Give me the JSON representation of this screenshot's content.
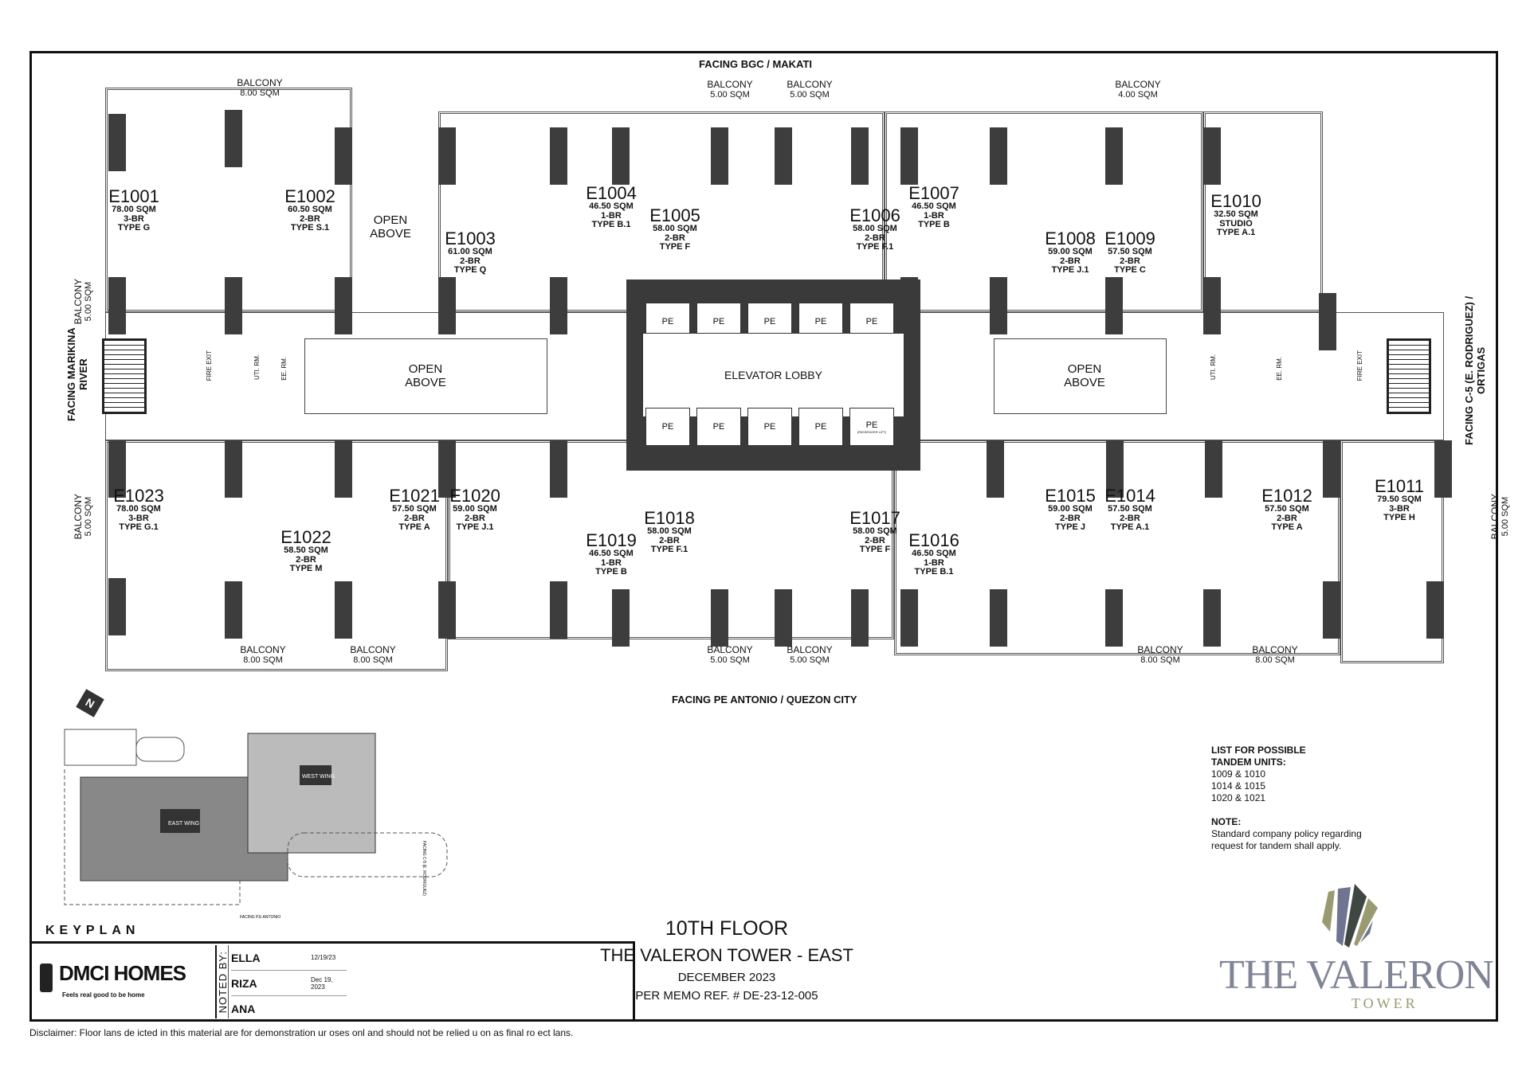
{
  "facing": {
    "top": "FACING BGC / MAKATI",
    "bottom": "FACING PE ANTONIO / QUEZON CITY",
    "left": "FACING MARIKINA RIVER",
    "right": "FACING C-5 (E. RODRIGUEZ) / ORTIGAS"
  },
  "units": [
    {
      "id": "E1001",
      "area": "78.00 SQM",
      "br": "3-BR",
      "type": "TYPE G"
    },
    {
      "id": "E1002",
      "area": "60.50 SQM",
      "br": "2-BR",
      "type": "TYPE S.1"
    },
    {
      "id": "E1003",
      "area": "61.00 SQM",
      "br": "2-BR",
      "type": "TYPE Q"
    },
    {
      "id": "E1004",
      "area": "46.50 SQM",
      "br": "1-BR",
      "type": "TYPE B.1"
    },
    {
      "id": "E1005",
      "area": "58.00 SQM",
      "br": "2-BR",
      "type": "TYPE F"
    },
    {
      "id": "E1006",
      "area": "58.00 SQM",
      "br": "2-BR",
      "type": "TYPE F.1"
    },
    {
      "id": "E1007",
      "area": "46.50 SQM",
      "br": "1-BR",
      "type": "TYPE B"
    },
    {
      "id": "E1008",
      "area": "59.00 SQM",
      "br": "2-BR",
      "type": "TYPE J.1"
    },
    {
      "id": "E1009",
      "area": "57.50 SQM",
      "br": "2-BR",
      "type": "TYPE C"
    },
    {
      "id": "E1010",
      "area": "32.50 SQM",
      "br": "STUDIO",
      "type": "TYPE A.1"
    },
    {
      "id": "E1011",
      "area": "79.50 SQM",
      "br": "3-BR",
      "type": "TYPE H"
    },
    {
      "id": "E1012",
      "area": "57.50 SQM",
      "br": "2-BR",
      "type": "TYPE A"
    },
    {
      "id": "E1014",
      "area": "57.50 SQM",
      "br": "2-BR",
      "type": "TYPE A.1"
    },
    {
      "id": "E1015",
      "area": "59.00 SQM",
      "br": "2-BR",
      "type": "TYPE J"
    },
    {
      "id": "E1016",
      "area": "46.50 SQM",
      "br": "1-BR",
      "type": "TYPE B.1"
    },
    {
      "id": "E1017",
      "area": "58.00 SQM",
      "br": "2-BR",
      "type": "TYPE F"
    },
    {
      "id": "E1018",
      "area": "58.00 SQM",
      "br": "2-BR",
      "type": "TYPE F.1"
    },
    {
      "id": "E1019",
      "area": "46.50 SQM",
      "br": "1-BR",
      "type": "TYPE B"
    },
    {
      "id": "E1020",
      "area": "59.00 SQM",
      "br": "2-BR",
      "type": "TYPE J.1"
    },
    {
      "id": "E1021",
      "area": "57.50 SQM",
      "br": "2-BR",
      "type": "TYPE A"
    },
    {
      "id": "E1022",
      "area": "58.50 SQM",
      "br": "2-BR",
      "type": "TYPE M"
    },
    {
      "id": "E1023",
      "area": "78.00 SQM",
      "br": "3-BR",
      "type": "TYPE G.1"
    }
  ],
  "balconies": [
    {
      "label": "BALCONY",
      "area": "8.00 SQM"
    },
    {
      "label": "BALCONY",
      "area": "5.00 SQM"
    },
    {
      "label": "BALCONY",
      "area": "5.00 SQM"
    },
    {
      "label": "BALCONY",
      "area": "4.00 SQM"
    },
    {
      "label": "BALCONY",
      "area": "8.00 SQM"
    },
    {
      "label": "BALCONY",
      "area": "8.00 SQM"
    },
    {
      "label": "BALCONY",
      "area": "5.00 SQM"
    },
    {
      "label": "BALCONY",
      "area": "5.00 SQM"
    },
    {
      "label": "BALCONY",
      "area": "8.00 SQM"
    },
    {
      "label": "BALCONY",
      "area": "8.00 SQM"
    },
    {
      "label": "BALCONY",
      "area": "5.00 SQM"
    },
    {
      "label": "BALCONY",
      "area": "5.00 SQM"
    },
    {
      "label": "BALCONY",
      "area": "5.00 SQM"
    }
  ],
  "open_above": [
    "OPEN",
    "ABOVE"
  ],
  "core": {
    "lobby": "ELEVATOR LOBBY",
    "elevator": "PE",
    "service_lift_note": "(PASSENGER LIFT)"
  },
  "rooms": {
    "fire_exit": "FIRE EXIT",
    "uti": "UTI. RM.",
    "ee": "EE. RM."
  },
  "keyplan": {
    "label": "KEYPLAN",
    "west": "WEST WING",
    "east": "EAST WING",
    "facing_bottom": "FACING P.E ANTONIO",
    "facing_right": "FACING C-5 (E. RODRIGUEZ)"
  },
  "title_block": {
    "company": "DMCI HOMES",
    "tagline": "Feels real good to be home",
    "noted_by": "NOTED BY:",
    "signers": [
      {
        "name": "ELLA",
        "date": "12/19/23"
      },
      {
        "name": "RIZA",
        "date": "Dec 19, 2023"
      },
      {
        "name": "ANA",
        "date": ""
      }
    ]
  },
  "title": {
    "floor": "10TH FLOOR",
    "project": "THE VALERON TOWER - EAST",
    "date": "DECEMBER 2023",
    "memo": "PER MEMO REF. # DE-23-12-005"
  },
  "tandem": {
    "heading1": "LIST FOR POSSIBLE",
    "heading2": "TANDEM UNITS:",
    "pairs": [
      "1009 & 1010",
      "1014 & 1015",
      "1020 & 1021"
    ],
    "note_heading": "NOTE:",
    "note1": "Standard company policy regarding",
    "note2": "request for tandem shall apply."
  },
  "logo": {
    "name": "THE VALERON",
    "sub": "TOWER",
    "colors": [
      "#9a9a72",
      "#6f7591",
      "#3f4742"
    ]
  },
  "disclaimer": "Disclaimer:  Floor  lans de  icted in this material are for demonstration   ur  oses onl   and should  not be relied u  on as final   ro ect  lans."
}
